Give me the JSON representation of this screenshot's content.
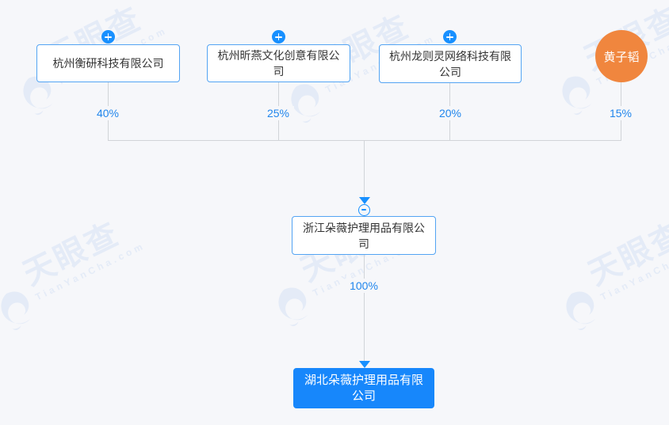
{
  "page": {
    "background_color": "#f6f7fa"
  },
  "watermark": {
    "brand_cn": "天眼查",
    "brand_en": "TianYanCha.com",
    "color": "#e4ebf7"
  },
  "colors": {
    "accent_blue": "#1890ff",
    "node_border_blue": "#53a4f3",
    "percent_text_blue": "#2186ec",
    "connector_line_gray": "#d1d4d8",
    "person_orange": "#f0863e",
    "subsidiary_fill_blue": "#1787fb",
    "node_text": "#333333"
  },
  "equity_diagram": {
    "shareholders": [
      {
        "name": "杭州衡研科技有限公司",
        "percent": "40%",
        "type": "company"
      },
      {
        "name": "杭州昕燕文化创意有限公司",
        "percent": "25%",
        "type": "company"
      },
      {
        "name": "杭州龙则灵网络科技有限公司",
        "percent": "20%",
        "type": "company"
      },
      {
        "name": "黄子韬",
        "percent": "15%",
        "type": "person"
      }
    ],
    "parent_company": {
      "name": "浙江朵薇护理用品有限公司",
      "ownership_in_subsidiary": "100%"
    },
    "subsidiary": {
      "name": "湖北朵薇护理用品有限公司"
    }
  }
}
